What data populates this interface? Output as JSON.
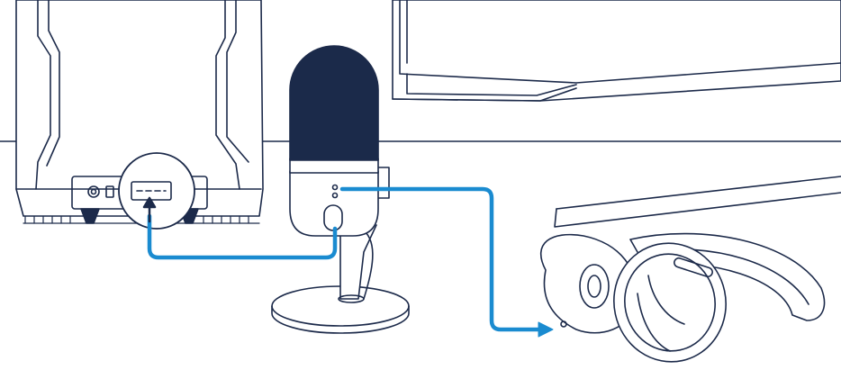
{
  "colors": {
    "background": "#ffffff",
    "outline": "#1c2a4a",
    "microphone_head": "#1b2a4a",
    "cable_accent": "#1a8bd0"
  },
  "illustration": {
    "subject": "usb-microphone-setup",
    "components": [
      {
        "name": "pc-tower",
        "icon": "pc-tower-icon"
      },
      {
        "name": "usb-port",
        "icon": "usb-port-icon"
      },
      {
        "name": "microphone",
        "icon": "microphone-icon"
      },
      {
        "name": "monitor",
        "icon": "monitor-icon"
      },
      {
        "name": "headphones",
        "icon": "headphones-icon"
      }
    ],
    "connections": [
      {
        "from": "microphone-usb-c-port",
        "to": "pc-usb-port",
        "arrow": "up"
      },
      {
        "from": "microphone-headphone-jack",
        "to": "headphones",
        "arrow": "right"
      }
    ]
  }
}
